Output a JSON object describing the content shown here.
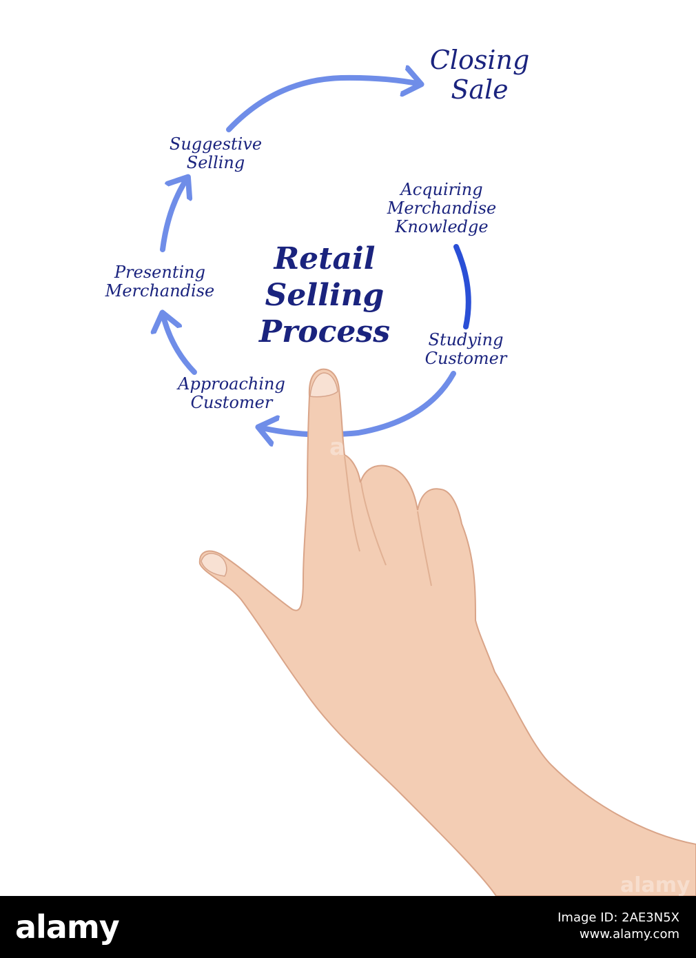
{
  "diagram": {
    "center_title": [
      "Retail",
      "Selling",
      "Process"
    ],
    "steps": {
      "closing_sale": [
        "Closing",
        "Sale"
      ],
      "suggestive_selling": [
        "Suggestive",
        "Selling"
      ],
      "acquiring_knowledge": [
        "Acquiring",
        "Merchandise",
        "Knowledge"
      ],
      "presenting_merchandise": [
        "Presenting",
        "Merchandise"
      ],
      "studying_customer": [
        "Studying",
        "Customer"
      ],
      "approaching_customer": [
        "Approaching",
        "Customer"
      ]
    }
  },
  "colors": {
    "text": "#1a237e",
    "arrow_light": "#6f8de8",
    "arrow_dark": "#2a4fd6",
    "skin": "#f3cdb4"
  },
  "watermark": "alamy",
  "footer": {
    "logo": "alamy",
    "image_id_label": "Image ID: 2AE3N5X",
    "site": "www.alamy.com"
  }
}
